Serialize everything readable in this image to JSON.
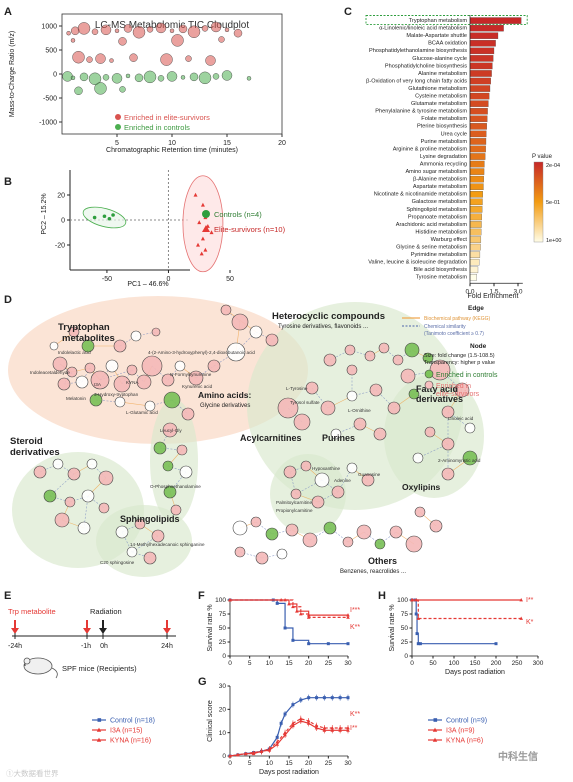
{
  "panels": {
    "A": "A",
    "B": "B",
    "C": "C",
    "D": "D",
    "E": "E",
    "F": "F",
    "G": "G",
    "H": "H"
  },
  "panelA": {
    "chart_data": {
      "type": "scatter",
      "title": "LC-MS Metabolomic TIC Cloudplot",
      "xlabel": "Chromatographic Retention time (minutes)",
      "ylabel": "Mass-to-Charge Ratio (m/z)",
      "xlim": [
        0,
        20
      ],
      "ylim": [
        -1250,
        1250
      ],
      "xticks": [
        "5",
        "10",
        "15",
        "20"
      ],
      "yticks": [
        "1000",
        "500",
        "0",
        "-500",
        "-1000"
      ],
      "series": [
        {
          "name": "Enriched in elite-survivors",
          "color": "#d9534f",
          "points": [
            [
              0.6,
              850
            ],
            [
              1.2,
              900
            ],
            [
              2,
              950
            ],
            [
              3,
              880
            ],
            [
              4,
              920
            ],
            [
              5,
              900
            ],
            [
              6,
              950
            ],
            [
              7,
              870
            ],
            [
              8,
              930
            ],
            [
              9,
              960
            ],
            [
              10,
              900
            ],
            [
              11,
              940
            ],
            [
              12,
              880
            ],
            [
              13,
              950
            ],
            [
              14,
              980
            ],
            [
              15,
              920
            ],
            [
              16,
              850
            ],
            [
              1.5,
              350
            ],
            [
              2.5,
              300
            ],
            [
              3.5,
              320
            ],
            [
              4.5,
              280
            ],
            [
              6.5,
              340
            ],
            [
              9.5,
              300
            ],
            [
              11.5,
              320
            ],
            [
              13.5,
              280
            ],
            [
              1,
              700
            ],
            [
              5.5,
              680
            ],
            [
              10.5,
              700
            ],
            [
              14.5,
              720
            ]
          ]
        },
        {
          "name": "Enriched in controls",
          "color": "#4caf50",
          "points": [
            [
              0.5,
              -50
            ],
            [
              1,
              -80
            ],
            [
              2,
              -60
            ],
            [
              3,
              -100
            ],
            [
              4,
              -70
            ],
            [
              5,
              -90
            ],
            [
              6,
              -40
            ],
            [
              7,
              -80
            ],
            [
              8,
              -60
            ],
            [
              9,
              -90
            ],
            [
              10,
              -50
            ],
            [
              11,
              -70
            ],
            [
              12,
              -60
            ],
            [
              13,
              -80
            ],
            [
              14,
              -50
            ],
            [
              15,
              -30
            ],
            [
              17,
              -90
            ],
            [
              1.5,
              -350
            ],
            [
              3.5,
              -300
            ],
            [
              5.5,
              -320
            ]
          ]
        }
      ]
    }
  },
  "panelB": {
    "chart_data": {
      "type": "scatter",
      "xlabel": "PC1 – 46.6%",
      "ylabel": "PC2 – 15.2%",
      "xlim": [
        -80,
        50
      ],
      "ylim": [
        -40,
        40
      ],
      "xticks": [
        "-50",
        "0",
        "50"
      ],
      "yticks": [
        "20",
        "0",
        "-20"
      ],
      "series": [
        {
          "name": "Controls (n=4)",
          "color": "#2e9e3e",
          "marker": "circle",
          "points": [
            [
              -60,
              2
            ],
            [
              -52,
              3
            ],
            [
              -48,
              1
            ],
            [
              -45,
              4
            ]
          ]
        },
        {
          "name": "Elite-survivors (n=10)",
          "color": "#e53935",
          "marker": "triangle",
          "points": [
            [
              22,
              20
            ],
            [
              28,
              12
            ],
            [
              30,
              2
            ],
            [
              25,
              -2
            ],
            [
              32,
              -5
            ],
            [
              35,
              -10
            ],
            [
              28,
              -15
            ],
            [
              24,
              -20
            ],
            [
              30,
              -24
            ],
            [
              27,
              -27
            ]
          ]
        }
      ]
    }
  },
  "panelC": {
    "chart_data": {
      "type": "bar",
      "orientation": "horizontal",
      "xlabel": "Fold Enrichment",
      "xticks": [
        "0.0",
        "1.5",
        "3.0"
      ],
      "xlim": [
        0,
        3.5
      ],
      "legend_title": "P value",
      "legend_ticks": [
        "2e-04",
        "5e-01",
        "1e+00"
      ],
      "categories": [
        "Tryptophan metabolism",
        "α-Linolenic/linoleic acid metabolism",
        "Malate-Aspartate shuttle",
        "BCAA oxidation",
        "Phosphatidylethanolamine biosynthesis",
        "Glucose-alanine cycle",
        "Phosphatidylcholine biosynthesis",
        "Alanine metabolism",
        "β-Oxidation of very long chain fatty acids",
        "Glutathione metabolism",
        "Cysteine metabolism",
        "Glutamate metabolism",
        "Phenylalanine & tyrosine metabolism",
        "Folate metabolism",
        "Pterine biosynthesis",
        "Urea cycle",
        "Purine metabolism",
        "Arginine & proline metabolism",
        "Lysine degradation",
        "Ammonia recycling",
        "Amino sugar metabolism",
        "β-Alanine metabolism",
        "Aspartate metabolism",
        "Nicotinate & nicotinamide metabolism",
        "Galactose metabolism",
        "Sphingolipid metabolism",
        "Propanoate metabolism",
        "Arachidonic acid metabolism",
        "Histidine metabolism",
        "Warburg effect",
        "Glycine & serine metabolism",
        "Pyrimidine metabolism",
        "Valine, leucine & isoleucine degradation",
        "Bile acid biosynthesis",
        "Tyrosine metabolism"
      ],
      "values": [
        3.2,
        2.1,
        1.75,
        1.6,
        1.5,
        1.45,
        1.4,
        1.35,
        1.3,
        1.25,
        1.2,
        1.15,
        1.1,
        1.08,
        1.05,
        1.02,
        1.0,
        0.98,
        0.95,
        0.9,
        0.88,
        0.86,
        0.84,
        0.8,
        0.78,
        0.76,
        0.74,
        0.72,
        0.7,
        0.68,
        0.66,
        0.62,
        0.58,
        0.5,
        0.42
      ],
      "pvalues": [
        0.0002,
        0.01,
        0.02,
        0.03,
        0.04,
        0.05,
        0.06,
        0.08,
        0.1,
        0.12,
        0.13,
        0.15,
        0.17,
        0.19,
        0.21,
        0.23,
        0.26,
        0.29,
        0.33,
        0.36,
        0.4,
        0.43,
        0.46,
        0.5,
        0.53,
        0.56,
        0.6,
        0.64,
        0.68,
        0.72,
        0.78,
        0.84,
        0.9,
        0.95,
        1.0
      ],
      "highlight": "Tryptophan metabolism"
    }
  },
  "panelD": {
    "clusters": {
      "tryptophan": "Tryptophan\nmetabolites",
      "heterocyclic": "Heterocyclic compounds",
      "heterocyclic_sub": "Tyrosine derivatives, flavonoids ...",
      "amino_acids": "Amino acids:",
      "amino_acids_sub": "Glycine derivatives",
      "steroid": "Steroid\nderivatives",
      "acylcarnitines": "Acylcarnitines",
      "purines": "Purines",
      "fatty_acid": "Fatty acid\nderivatives",
      "oxylipins": "Oxylipins",
      "sphingolipids": "Sphingolipids",
      "others": "Others",
      "others_sub": "Benzenes, reacrolides ..."
    },
    "node_labels": [
      "Indolelactic acid",
      "4-(2-Amino-3-hydroxyphenyl)-2,4-dioxobutanoic acid",
      "N-Formylkynurenine",
      "Kynurenic acid",
      "Indoleacetaldehyde",
      "I3A",
      "KYNA",
      "3-Hydroxy-tryptophan",
      "Melatonin",
      "L-Glutamic acid",
      "Leucyl-Gly",
      "O-Phosphoethanolamine",
      "L-Tyrosine",
      "Tyrosol sulfate",
      "L-Ornithine",
      "Palmitoylcarnitine",
      "Propionylcarnitine",
      "Hypoxanthine",
      "Adenine",
      "Guanosine",
      "Linoleic acid",
      "2-Aminomyristic acid",
      "14-Methylhexadecanoic sphinganine",
      "C20 sphingosine"
    ],
    "legend": {
      "edge_title": "Edge",
      "edge_biochem": "Biochemical pathway (KEGG)",
      "edge_chem": "Chemical similarity",
      "edge_chem_sub": "(Tanimoto coefficient ≥ 0.7)",
      "node_title": "Node",
      "node_size": "Size: fold change (1.5-108.5)",
      "node_transp": "Transparency: higher p value",
      "enriched_controls": "Enriched in controls",
      "enriched_elite": "Enriched in elite-survivors"
    }
  },
  "panelE": {
    "labels": {
      "trp": "Trp metabolite",
      "radiation": "Radiation",
      "t1": "-24h",
      "t2": "-1h",
      "t3": "0h",
      "t4": "24h",
      "mice": "SPF mice (Recipients)"
    }
  },
  "panelF": {
    "chart_data": {
      "type": "line",
      "xlabel": "",
      "ylabel": "Survival rate %",
      "xlim": [
        0,
        30
      ],
      "ylim": [
        0,
        100
      ],
      "xticks": [
        "0",
        "5",
        "10",
        "15",
        "20",
        "25",
        "30"
      ],
      "yticks": [
        "100",
        "75",
        "50",
        "25",
        "0"
      ],
      "series": [
        {
          "name": "Control (n=18)",
          "color": "#3a5fb0",
          "x": [
            0,
            11,
            12,
            14,
            16,
            20,
            25,
            30
          ],
          "y": [
            100,
            100,
            94,
            50,
            28,
            22,
            22,
            22
          ]
        },
        {
          "name": "I3A (n=15)",
          "color": "#e53935",
          "x": [
            0,
            13,
            15,
            17,
            20,
            30
          ],
          "y": [
            100,
            100,
            93,
            80,
            73,
            73
          ]
        },
        {
          "name": "KYNA (n=16)",
          "color": "#e53935",
          "x": [
            0,
            14,
            16,
            18,
            20,
            30
          ],
          "y": [
            100,
            100,
            88,
            75,
            69,
            69
          ]
        }
      ],
      "annotations": [
        "I***",
        "K**"
      ]
    }
  },
  "panelG": {
    "chart_data": {
      "type": "line",
      "xlabel": "Days post radiation",
      "ylabel": "Clinical score",
      "xlim": [
        0,
        30
      ],
      "ylim": [
        0,
        30
      ],
      "xticks": [
        "0",
        "5",
        "10",
        "15",
        "20",
        "25",
        "30"
      ],
      "yticks": [
        "30",
        "20",
        "10",
        "0"
      ],
      "series": [
        {
          "name": "Control (n=18)",
          "color": "#3a5fb0",
          "x": [
            0,
            2,
            4,
            6,
            8,
            10,
            12,
            13,
            14,
            16,
            18,
            20,
            22,
            24,
            26,
            28,
            30
          ],
          "y": [
            0,
            0.5,
            1,
            1.5,
            2,
            3,
            8,
            14,
            18,
            22,
            24,
            25,
            25,
            25,
            25,
            25,
            25
          ]
        },
        {
          "name": "I3A (n=15)",
          "color": "#e53935",
          "x": [
            0,
            2,
            4,
            6,
            8,
            10,
            12,
            14,
            16,
            18,
            20,
            22,
            24,
            26,
            28,
            30
          ],
          "y": [
            0,
            0.5,
            1,
            1,
            2,
            2.5,
            5,
            9,
            13,
            15,
            14,
            12,
            11,
            11,
            11,
            11
          ]
        },
        {
          "name": "KYNA (n=16)",
          "color": "#e53935",
          "x": [
            0,
            2,
            4,
            6,
            8,
            10,
            12,
            14,
            16,
            18,
            20,
            22,
            24,
            26,
            28,
            30
          ],
          "y": [
            0,
            0.5,
            1,
            1.5,
            2,
            3,
            6,
            10,
            14,
            16,
            15,
            13,
            12,
            12,
            12,
            12
          ]
        }
      ],
      "annotations": [
        "K**",
        "I**"
      ]
    }
  },
  "panelH": {
    "chart_data": {
      "type": "line",
      "xlabel": "Days post radiation",
      "ylabel": "Survival rate %",
      "xlim": [
        0,
        300
      ],
      "ylim": [
        0,
        100
      ],
      "xticks": [
        "0",
        "50",
        "100",
        "150",
        "200",
        "250",
        "300"
      ],
      "yticks": [
        "100",
        "75",
        "50",
        "25",
        "0"
      ],
      "series": [
        {
          "name": "Control (n=9)",
          "color": "#3a5fb0",
          "x": [
            0,
            8,
            10,
            12,
            15,
            20,
            200
          ],
          "y": [
            100,
            100,
            75,
            40,
            22,
            22,
            22
          ]
        },
        {
          "name": "I3A (n=9)",
          "color": "#e53935",
          "x": [
            0,
            260
          ],
          "y": [
            100,
            100
          ]
        },
        {
          "name": "KYNA (n=6)",
          "color": "#e53935",
          "x": [
            0,
            10,
            15,
            260
          ],
          "y": [
            100,
            100,
            67,
            67
          ]
        }
      ],
      "annotations": [
        "I**",
        "K*"
      ]
    }
  },
  "legendFG": [
    {
      "label": "Control (n=18)",
      "color": "#3a5fb0",
      "marker": "square"
    },
    {
      "label": "I3A (n=15)",
      "color": "#e53935",
      "marker": "triangle"
    },
    {
      "label": "KYNA (n=16)",
      "color": "#e53935",
      "marker": "triangle"
    }
  ],
  "legendH": [
    {
      "label": "Control (n=9)",
      "color": "#3a5fb0",
      "marker": "square"
    },
    {
      "label": "I3A (n=9)",
      "color": "#e53935",
      "marker": "triangle"
    },
    {
      "label": "KYNA (n=6)",
      "color": "#e53935",
      "marker": "triangle"
    }
  ],
  "watermark_left": "①大数据看世界",
  "watermark_right": "中科生信"
}
